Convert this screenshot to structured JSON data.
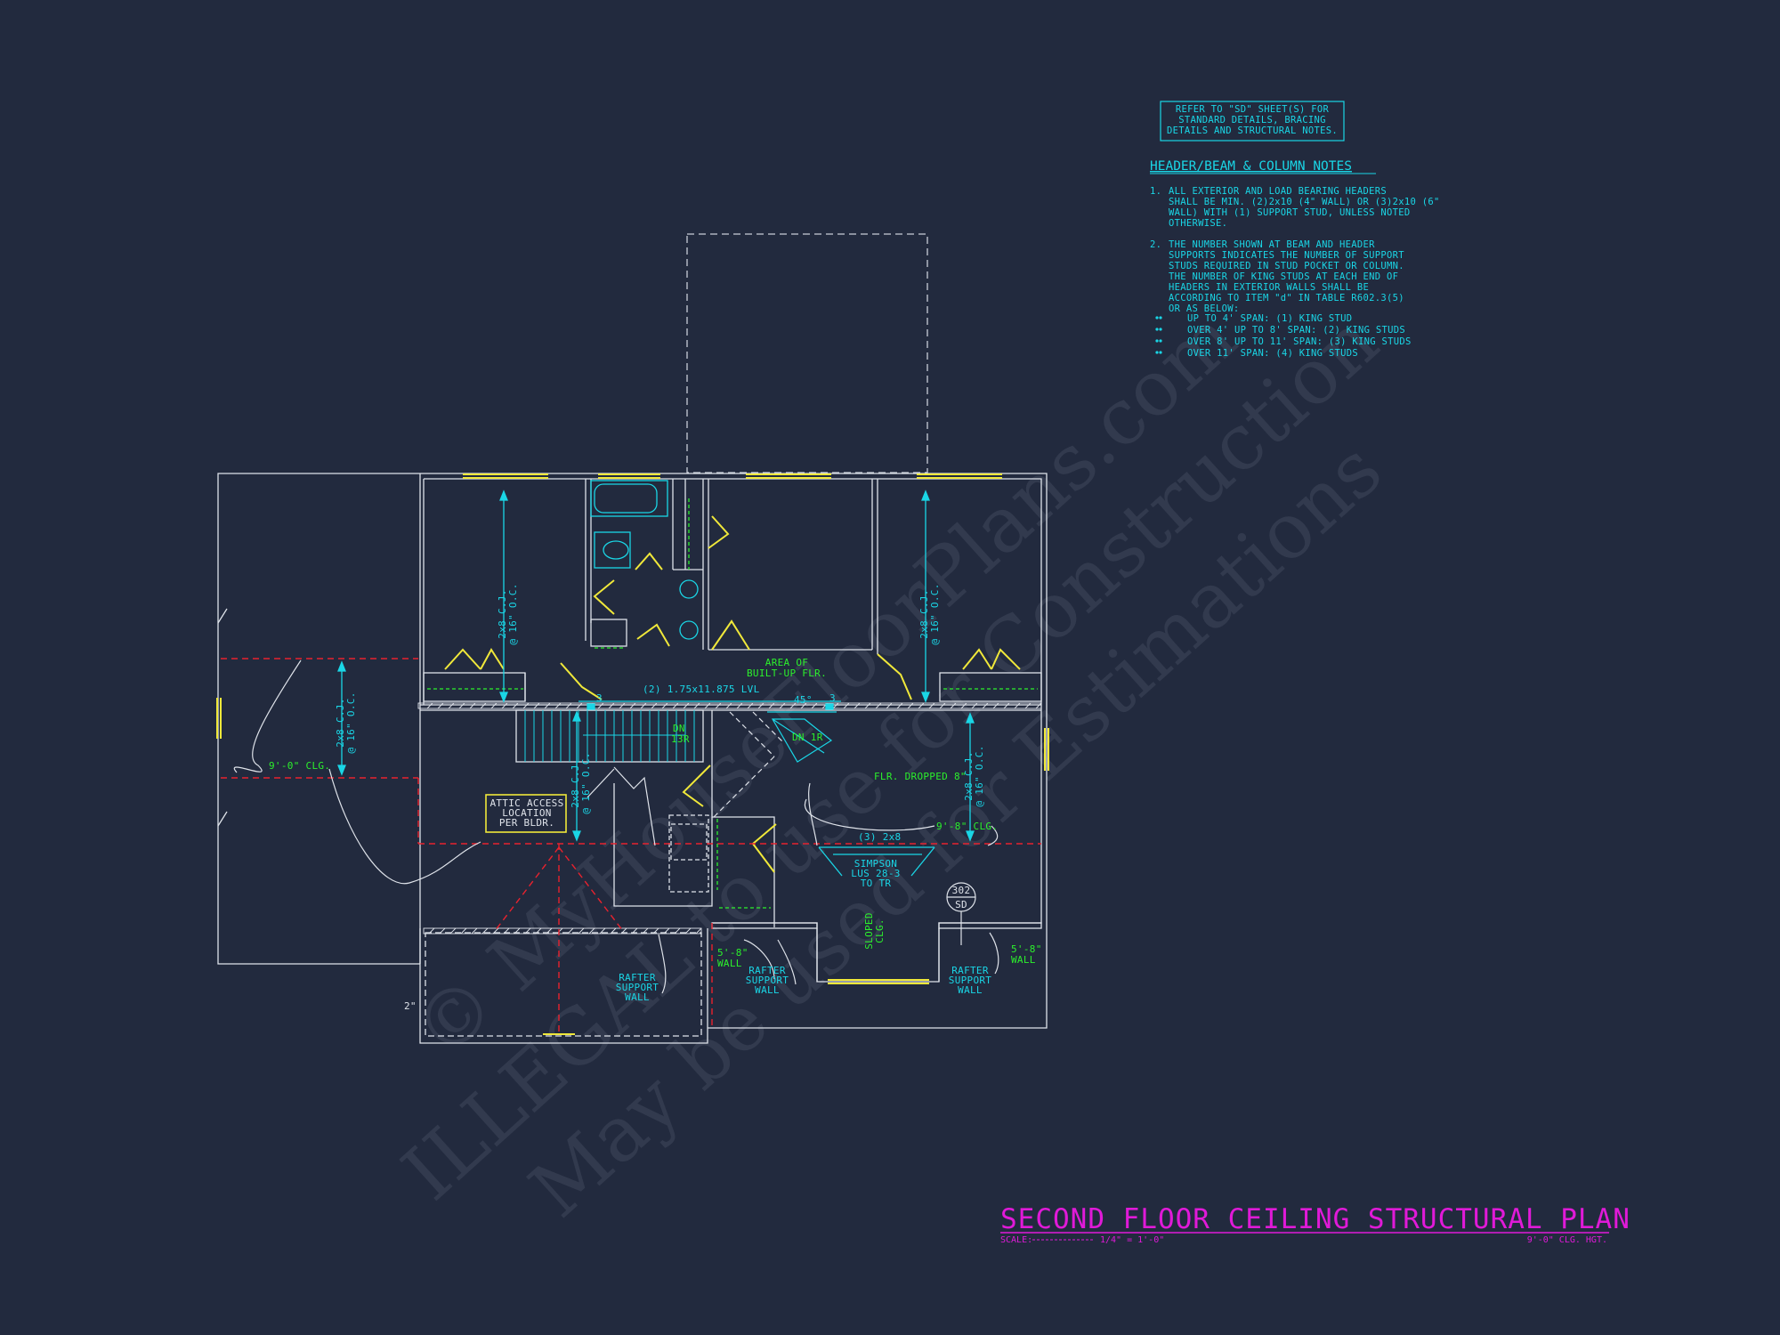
{
  "sheet": {
    "title": "SECOND FLOOR CEILING STRUCTURAL PLAN",
    "scale_label": "SCALE:",
    "scale_value": "1/4\" = 1'-0\"",
    "ceiling_height": "9'-0\" CLG. HGT."
  },
  "notes_box": {
    "lines": [
      "REFER TO \"SD\" SHEET(S) FOR",
      "STANDARD DETAILS, BRACING",
      "DETAILS AND STRUCTURAL NOTES."
    ]
  },
  "header_notes": {
    "title": "HEADER/BEAM & COLUMN NOTES",
    "note1_num": "1.",
    "note1_lines": [
      "ALL EXTERIOR AND LOAD BEARING HEADERS",
      "SHALL BE MIN. (2)2x10 (4\" WALL) OR (3)2x10 (6\"",
      "WALL) WITH (1) SUPPORT STUD, UNLESS NOTED",
      "OTHERWISE."
    ],
    "note2_num": "2.",
    "note2_lines": [
      "THE NUMBER SHOWN AT BEAM AND HEADER",
      "SUPPORTS INDICATES THE NUMBER OF SUPPORT",
      "STUDS REQUIRED IN STUD POCKET OR COLUMN.",
      "THE NUMBER OF KING STUDS AT EACH END OF",
      "HEADERS IN EXTERIOR WALLS SHALL BE",
      "ACCORDING TO ITEM \"d\" IN TABLE R602.3(5)",
      "OR AS BELOW:"
    ],
    "bullets": [
      "UP TO 4' SPAN: (1) KING STUD",
      "OVER 4' UP TO 8' SPAN: (2) KING STUDS",
      "OVER 8' UP TO 11' SPAN: (3) KING STUDS",
      "OVER 11' SPAN: (4) KING STUDS"
    ]
  },
  "plan": {
    "joist_l1": "2x8 C.J.",
    "joist_l2": "@ 16\" O.C.",
    "ceiling_90": "9'-0\" CLG.",
    "ceiling_98": "9'-8\" CLG.",
    "area_built_up": [
      "AREA OF",
      "BUILT-UP FLR."
    ],
    "lvl_beam": "(2) 1.75x11.875 LVL",
    "angle": "45°",
    "support_3": "3",
    "dn_13r": [
      "DN",
      "13R"
    ],
    "dn_1r": "DN 1R",
    "flr_dropped": "FLR. DROPPED 8\"",
    "attic_access": [
      "ATTIC ACCESS",
      "LOCATION",
      "PER BLDR."
    ],
    "header_3_2x8": "(3) 2x8",
    "simpson": [
      "SIMPSON",
      "LUS 28-3",
      "TO TR"
    ],
    "detail_num": "302",
    "detail_sheet": "SD",
    "sloped_clg": [
      "SLOPED",
      "CLG."
    ],
    "wall_58": [
      "5'-8\"",
      "WALL"
    ],
    "rafter_support": [
      "RAFTER",
      "SUPPORT",
      "WALL"
    ],
    "two_inch": "2\""
  },
  "watermark": {
    "line1": "© MyHouseFloorPlans.com",
    "line2": "ILLEGAL to use for Construction",
    "line3": "May be used for Estimations"
  },
  "colors": {
    "background": "#222a3e",
    "wall": "#dfe3ea",
    "cyan_text": "#1ad6e6",
    "green_text": "#2cf02c",
    "magenta_title": "#e01ad8",
    "window_yellow": "#f0e83a",
    "red_dash": "#e8222e"
  }
}
